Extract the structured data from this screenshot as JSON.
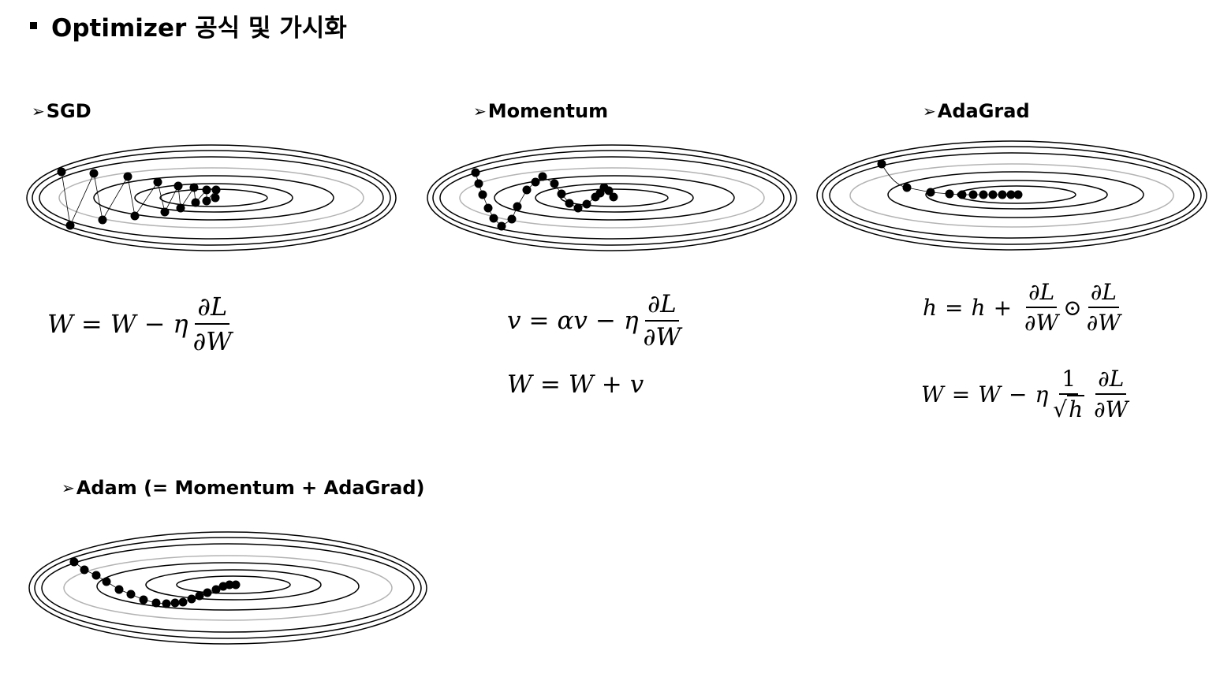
{
  "title": "Optimizer 공식 및 가시화",
  "sections": {
    "sgd": {
      "heading": "SGD",
      "equation": {
        "lhs": "W",
        "eq": "=",
        "var": "W",
        "minus": "−",
        "eta": "η",
        "num": "∂L",
        "den": "∂W"
      }
    },
    "momentum": {
      "heading": "Momentum",
      "eq1": {
        "lhs": "v",
        "eq": "=",
        "alpha": "αv",
        "minus": "−",
        "eta": "η",
        "num": "∂L",
        "den": "∂W"
      },
      "eq2": {
        "lhs": "W",
        "eq": "=",
        "var": "W",
        "plus": "+",
        "v": "v"
      }
    },
    "adagrad": {
      "heading": "AdaGrad",
      "eq1": {
        "lhs": "h",
        "eq": "=",
        "var": "h",
        "plus": "+",
        "num": "∂L",
        "den": "∂W",
        "odot": "⊙",
        "num2": "∂L",
        "den2": "∂W"
      },
      "eq2": {
        "lhs": "W",
        "eq": "=",
        "var": "W",
        "minus": "−",
        "eta": "η",
        "one": "1",
        "sqrt_arg": "h",
        "num": "∂L",
        "den": "∂W"
      }
    },
    "adam": {
      "heading": "Adam (= Momentum + AdaGrad)"
    }
  },
  "arrow_glyph": "➢",
  "colors": {
    "contour": "#000000",
    "contour_highlight": "#b3b3b3",
    "path": "#000000",
    "point": "#000000"
  }
}
